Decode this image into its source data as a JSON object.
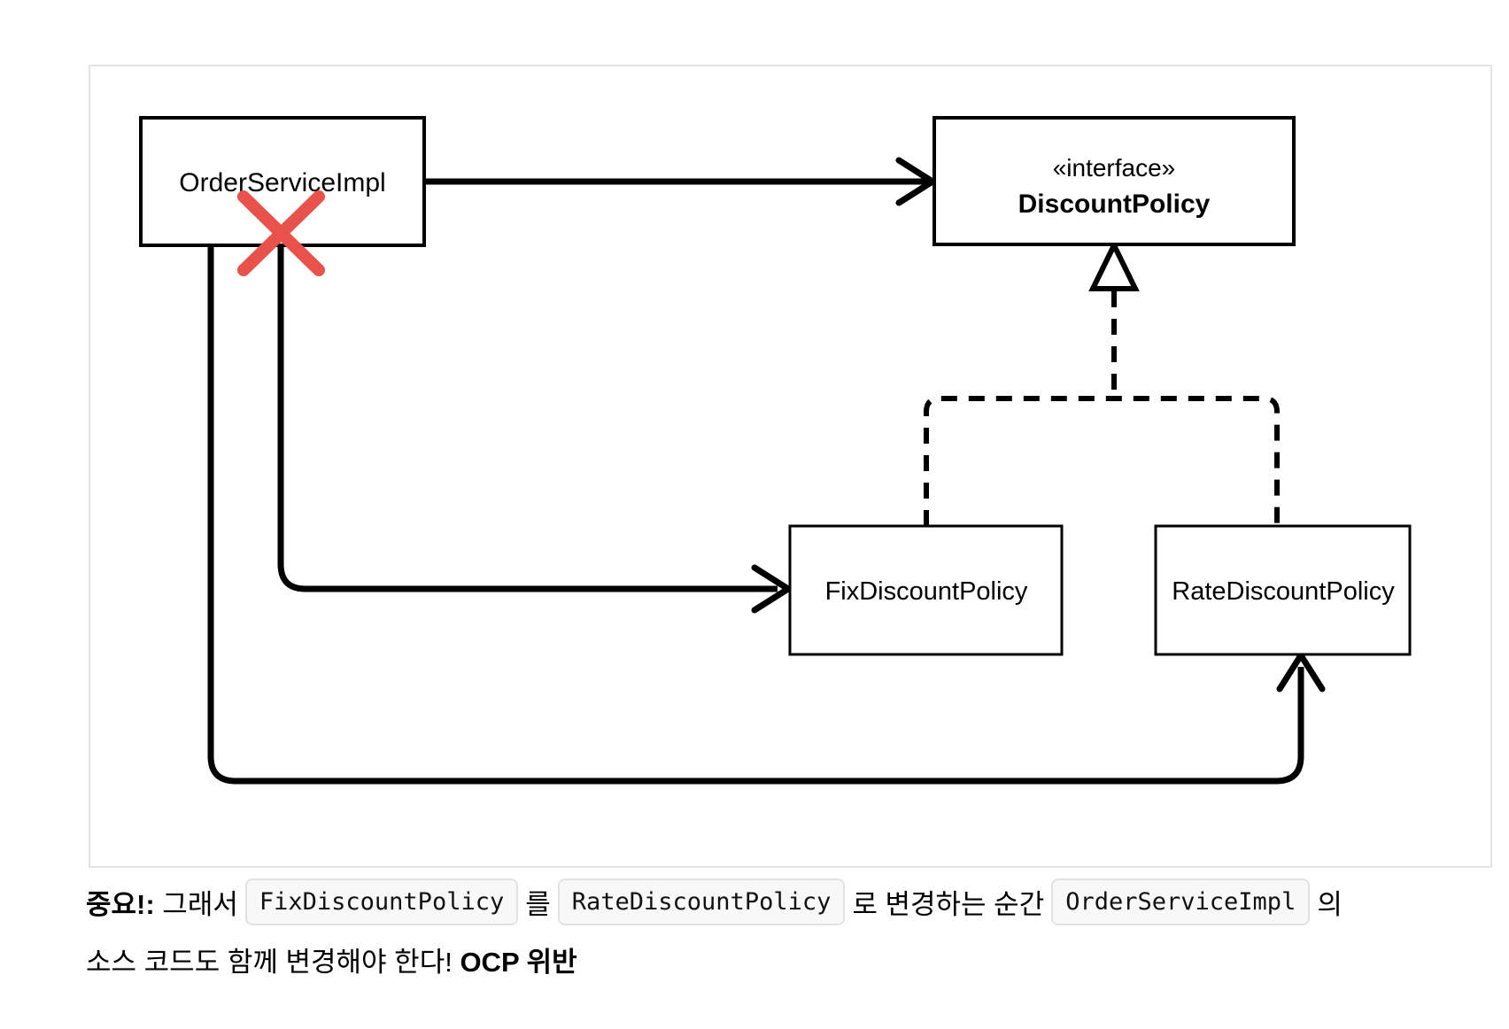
{
  "diagram": {
    "nodes": {
      "order_service": {
        "label": "OrderServiceImpl"
      },
      "discount_policy": {
        "stereotype": "«interface»",
        "label": "DiscountPolicy"
      },
      "fix_discount": {
        "label": "FixDiscountPolicy"
      },
      "rate_discount": {
        "label": "RateDiscountPolicy"
      }
    },
    "colors": {
      "line": "#000000",
      "cross": "#e8524b",
      "frame_border": "#e4e4e4"
    }
  },
  "caption": {
    "line1": {
      "bold_prefix": "중요!:",
      "text1": " 그래서",
      "code1": "FixDiscountPolicy",
      "text2": "를",
      "code2": "RateDiscountPolicy",
      "text3": "로 변경하는 순간",
      "code3": "OrderServiceImpl",
      "text4": "의"
    },
    "line2": {
      "text1": "소스 코드도 함께 변경해야 한다! ",
      "bold_suffix": "OCP 위반"
    }
  }
}
